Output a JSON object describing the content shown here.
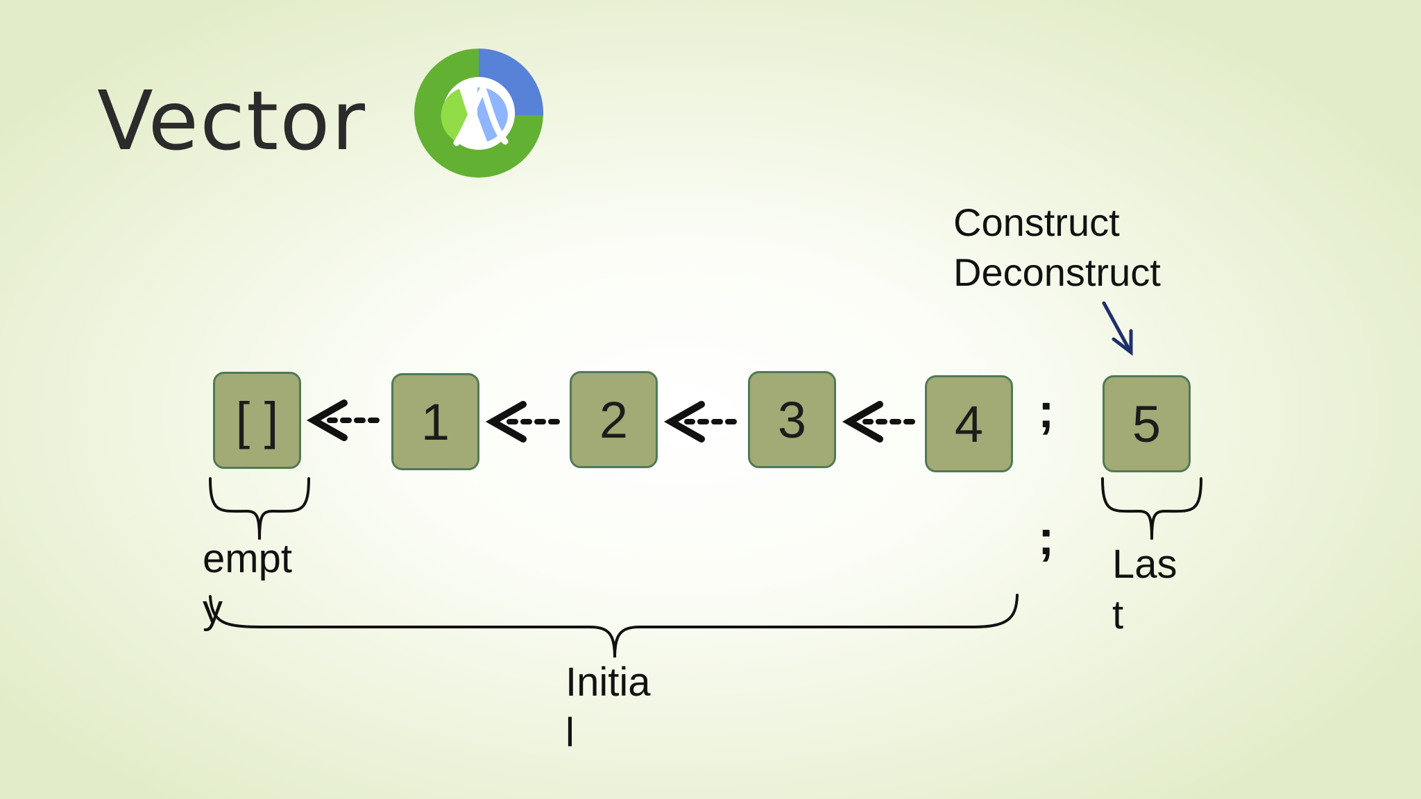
{
  "slide": {
    "title": "Vector",
    "logo_icon": "clojure-logo-icon"
  },
  "elements": [
    {
      "key": "empty",
      "label": "[ ]"
    },
    {
      "key": "e1",
      "label": "1"
    },
    {
      "key": "e2",
      "label": "2"
    },
    {
      "key": "e3",
      "label": "3"
    },
    {
      "key": "e4",
      "label": "4"
    },
    {
      "key": "e5",
      "label": "5"
    }
  ],
  "labels": {
    "empty": "empt\ny",
    "initial": "Initia\nl",
    "last": "Las\nt",
    "separator": ";"
  },
  "annotation": {
    "line1": "Construct",
    "line2": "Deconstruct"
  },
  "colors": {
    "box_fill": "#a2aa75",
    "box_border": "#4f7a56",
    "annotation_arrow": "#1f2f6b"
  }
}
